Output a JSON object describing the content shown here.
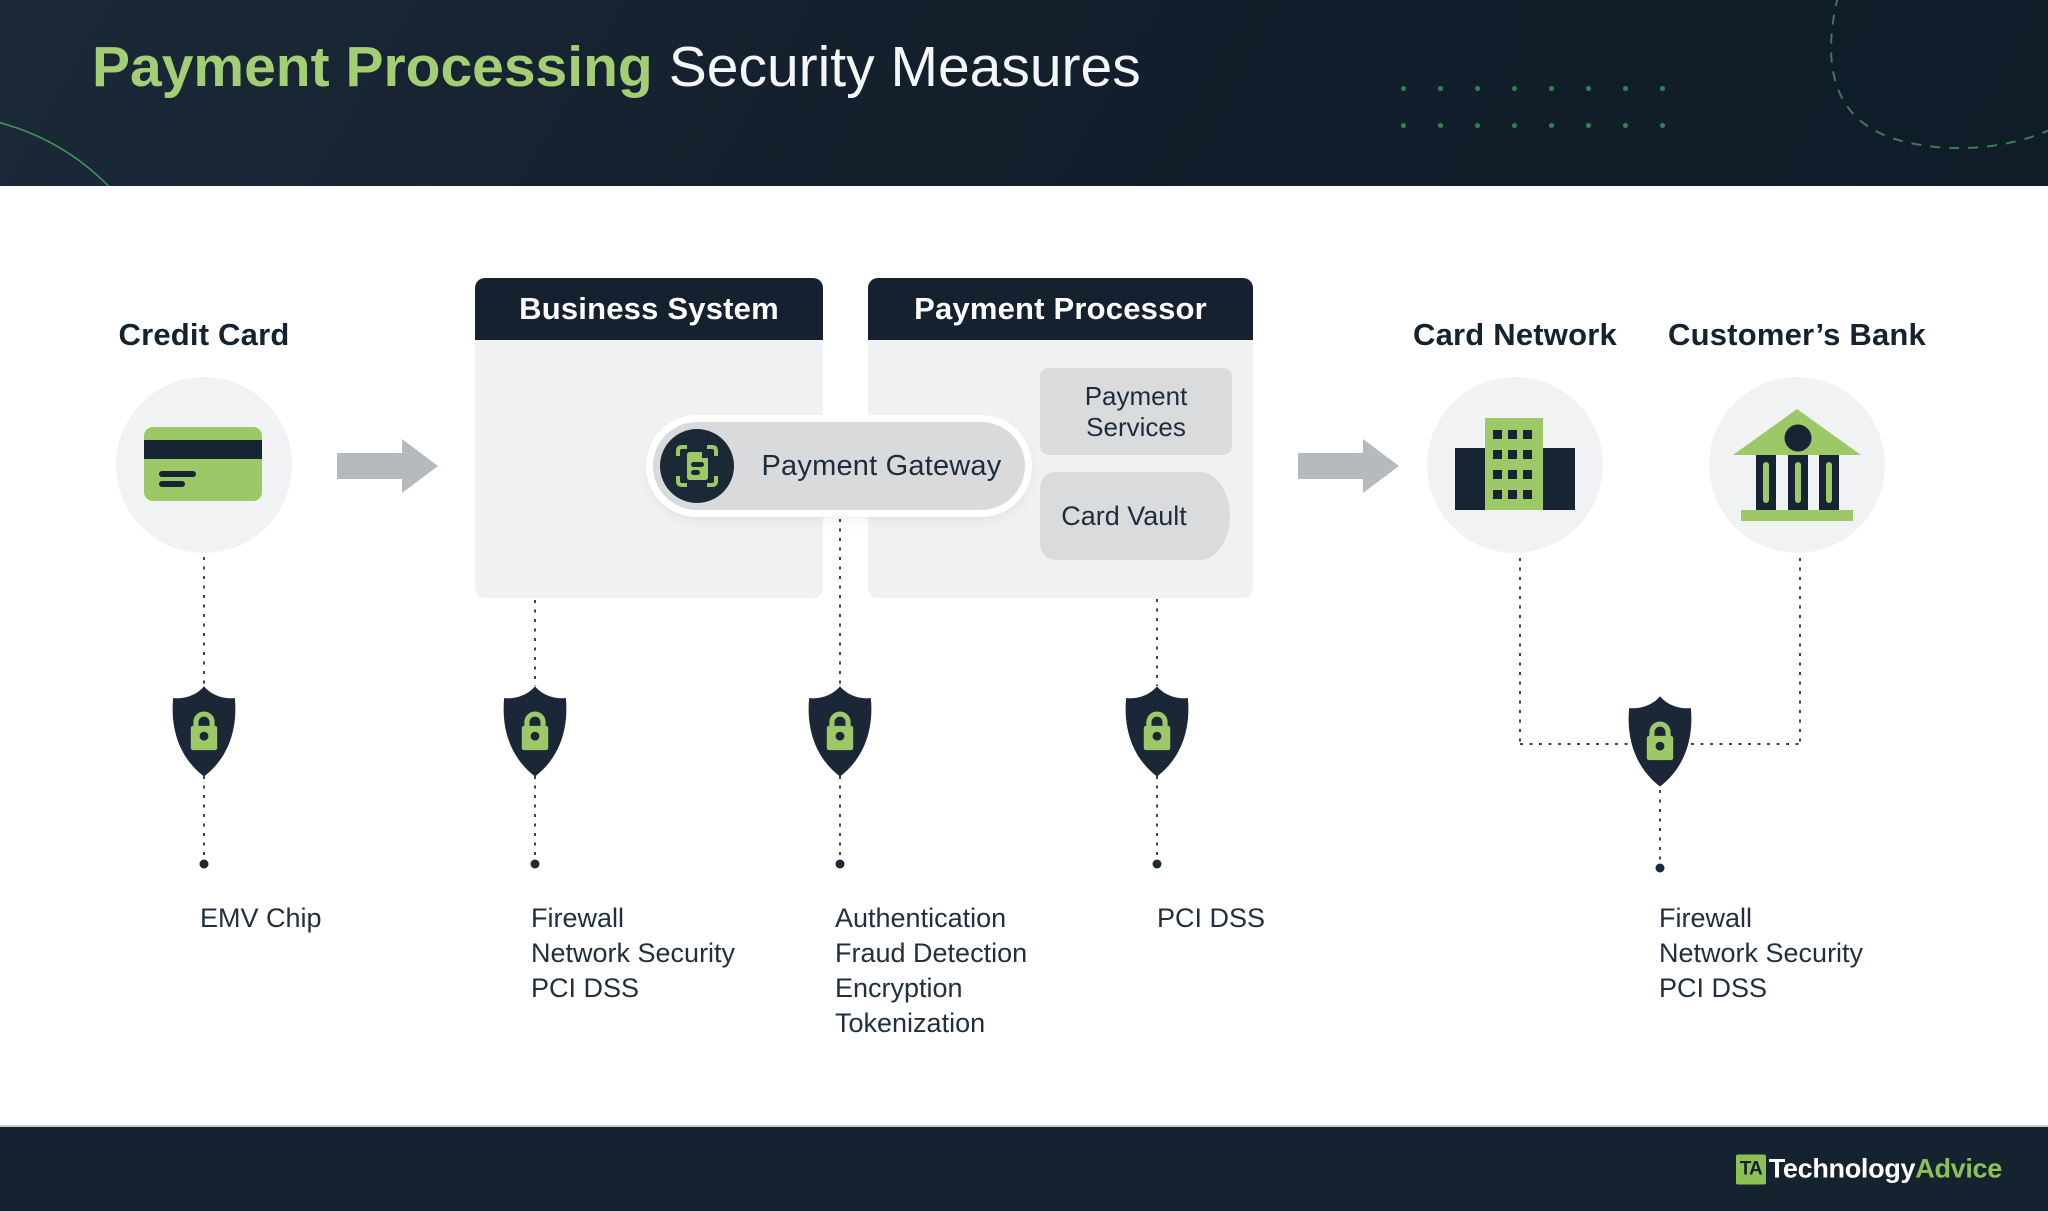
{
  "header": {
    "title_highlight": "Payment Processing",
    "title_rest": "Security Measures"
  },
  "flow": {
    "credit_card_label": "Credit Card",
    "business_system_label": "Business System",
    "payment_processor_label": "Payment Processor",
    "payment_gateway_label": "Payment Gateway",
    "payment_services_label": "Payment Services",
    "card_vault_label": "Card Vault",
    "card_network_label": "Card Network",
    "customers_bank_label": "Customer’s Bank"
  },
  "security_labels": [
    {
      "column": "credit-card",
      "lines": [
        "EMV Chip"
      ]
    },
    {
      "column": "business-system",
      "lines": [
        "Firewall",
        "Network Security",
        "PCI DSS"
      ]
    },
    {
      "column": "payment-gateway",
      "lines": [
        "Authentication",
        "Fraud Detection",
        "Encryption",
        "Tokenization"
      ]
    },
    {
      "column": "payment-processor",
      "lines": [
        "PCI DSS"
      ]
    },
    {
      "column": "card-network-bank",
      "lines": [
        "Firewall",
        "Network Security",
        "PCI DSS"
      ]
    }
  ],
  "icons": [
    "credit-card-icon",
    "arrow-right-icon",
    "document-scan-icon",
    "building-icon",
    "bank-icon",
    "shield-lock-icon",
    "cylinder-vault-shape"
  ],
  "footer": {
    "logo_monogram": "TA",
    "brand_name_first": "Technology",
    "brand_name_second": "Advice"
  },
  "colors": {
    "accent_green": "#9cc868",
    "title_green": "#a3ce73",
    "navy": "#15212e",
    "icon_navy": "#1b2836",
    "box_body_gray": "#f0f1f2",
    "pill_gray": "#d8dadb",
    "inner_box_gray": "#d9dbdd",
    "arrow_gray": "#b6babd",
    "footer_green": "#8dc153"
  }
}
